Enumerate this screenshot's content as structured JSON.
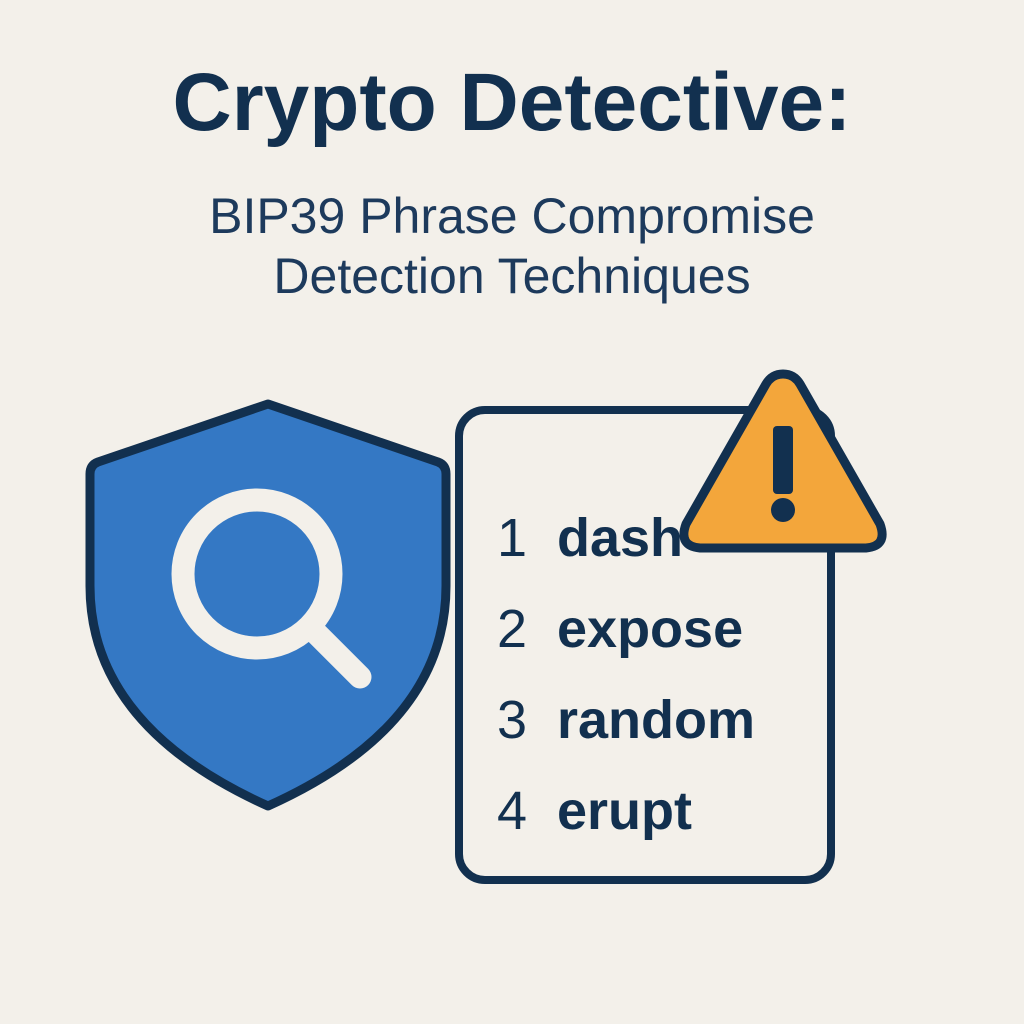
{
  "header": {
    "title": "Crypto Detective:",
    "subtitle_lines": [
      "BIP39 Phrase Compromise",
      "Detection Techniques"
    ]
  },
  "icons": {
    "shield": "shield-search-icon",
    "warning": "warning-triangle-icon"
  },
  "seed_card": {
    "words": [
      {
        "index": "1",
        "word": "dash"
      },
      {
        "index": "2",
        "word": "expose"
      },
      {
        "index": "3",
        "word": "random"
      },
      {
        "index": "4",
        "word": "erupt"
      }
    ]
  },
  "colors": {
    "background": "#f3f0ea",
    "navy": "#12304f",
    "shield_blue": "#3478c4",
    "warning_orange": "#f3a63b",
    "magnifier_white": "#f3f0ea"
  }
}
